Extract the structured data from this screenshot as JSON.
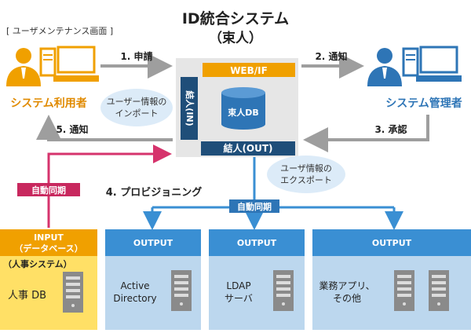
{
  "colors": {
    "orange": "#f0a000",
    "orange_dark": "#e08a00",
    "blue": "#2e75b6",
    "blue_light_box": "#bcd7ee",
    "blue_arrow": "#3a8fd3",
    "navy": "#1f4e79",
    "pink": "#d6336c",
    "pink_label": "#c8285e",
    "gray_arrow": "#9e9e9e",
    "bubble": "#dcebf8",
    "yellow_box": "#ffe066",
    "center_box": "#e6e6e6"
  },
  "title": {
    "line1": "ID統合システム",
    "line2": "（束人）"
  },
  "maintenance_label": "[ ユーザメンテナンス画面 ]",
  "system_user_label": "システム利用者",
  "system_admin_label": "システム管理者",
  "steps": {
    "apply": "1. 申請",
    "notify_admin": "2. 通知",
    "approve": "3. 承認",
    "provisioning": "4. プロビジョニング",
    "notify_user": "5. 通知"
  },
  "center": {
    "web_if": "WEB/IF",
    "in_label": "結人(IN)",
    "db_label": "束人DB",
    "out_label": "結人(OUT)"
  },
  "bubbles": {
    "import_line1": "ユーザー情報の",
    "import_line2": "インポート",
    "export_line1": "ユーザ情報の",
    "export_line2": "エクスポート"
  },
  "sync_label_left": "自動同期",
  "sync_label_right": "自動同期",
  "input_box": {
    "header_line1": "INPUT",
    "header_line2": "（データベース）",
    "sublabel": "（人事システム）",
    "name": "人事 DB"
  },
  "outputs": [
    {
      "header": "OUTPUT",
      "line1": "Active",
      "line2": "Directory"
    },
    {
      "header": "OUTPUT",
      "line1": "LDAP",
      "line2": "サーバ"
    },
    {
      "header": "OUTPUT",
      "line1": "業務アプリ、",
      "line2": "その他"
    }
  ]
}
